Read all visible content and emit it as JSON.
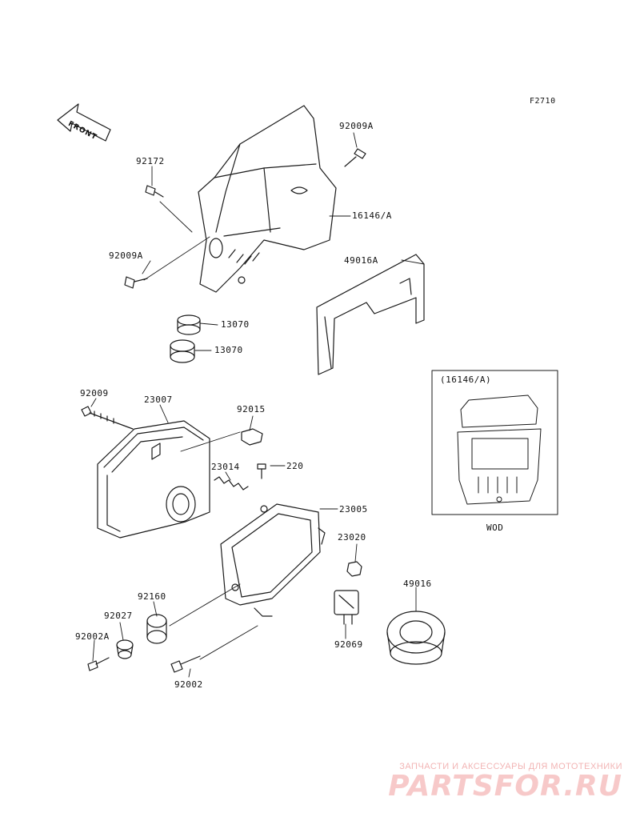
{
  "figure_code": "F2710",
  "front_indicator": "FRONT",
  "parts": {
    "p_92009a_top": "92009A",
    "p_92172": "92172",
    "p_16146a": "16146/A",
    "p_92009a_left": "92009A",
    "p_49016a": "49016A",
    "p_13070_a": "13070",
    "p_13070_b": "13070",
    "p_92009": "92009",
    "p_23007": "23007",
    "p_92015": "92015",
    "p_23014": "23014",
    "p_220": "220",
    "p_23005": "23005",
    "p_23020": "23020",
    "p_49016": "49016",
    "p_92160": "92160",
    "p_92027": "92027",
    "p_92002a": "92002A",
    "p_92069": "92069",
    "p_92002": "92002"
  },
  "inset": {
    "title": "(16146/A)",
    "caption": "WOD"
  },
  "watermark": {
    "subtitle": "ЗАПЧАСТИ И АКСЕССУАРЫ ДЛЯ МОТОТЕХНИКИ",
    "logo": "PARTSFOR.RU"
  },
  "colors": {
    "line": "#1a1a1a",
    "watermark": "#f2b4b4"
  }
}
